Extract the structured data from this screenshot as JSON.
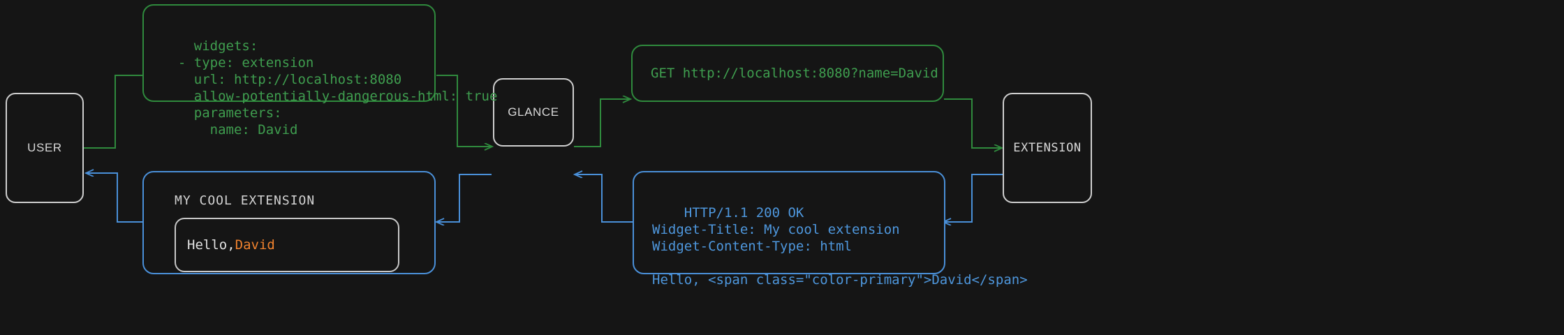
{
  "theme": {
    "background": "#151515",
    "node_border": "#cfcfcf",
    "node_text": "#d8d8d8",
    "request_color": "#3f9e4f",
    "request_border": "#2f8a3d",
    "response_color": "#4e97dd",
    "response_border": "#4a90d9",
    "accent": "#f0822e"
  },
  "nodes": {
    "user": {
      "label": "USER"
    },
    "glance": {
      "label": "GLANCE"
    },
    "extension": {
      "label": "EXTENSION"
    }
  },
  "boxes": {
    "config_yaml": {
      "name": "glance-config-yaml",
      "text": "widgets:\n  - type: extension\n    url: http://localhost:8080\n    allow-potentially-dangerous-html: true\n    parameters:\n      name: David"
    },
    "http_request": {
      "name": "http-get-request",
      "text": "GET http://localhost:8080?name=David"
    },
    "http_response": {
      "name": "http-response",
      "text": "HTTP/1.1 200 OK\nWidget-Title: My cool extension\nWidget-Content-Type: html\n\nHello, <span class=\"color-primary\">David</span>"
    },
    "rendered_widget": {
      "name": "rendered-widget",
      "title": "MY COOL EXTENSION",
      "greeting_prefix": "Hello, ",
      "greeting_name": "David"
    }
  },
  "edges": [
    {
      "name": "user-to-config",
      "kind": "request",
      "from": "user",
      "to": "config_yaml"
    },
    {
      "name": "config-to-glance",
      "kind": "request",
      "from": "config_yaml",
      "to": "glance"
    },
    {
      "name": "glance-to-request",
      "kind": "request",
      "from": "glance",
      "to": "http_request"
    },
    {
      "name": "request-to-extension",
      "kind": "request",
      "from": "http_request",
      "to": "extension"
    },
    {
      "name": "extension-to-response",
      "kind": "response",
      "from": "extension",
      "to": "http_response"
    },
    {
      "name": "response-to-glance",
      "kind": "response",
      "from": "http_response",
      "to": "glance"
    },
    {
      "name": "glance-to-widget",
      "kind": "response",
      "from": "glance",
      "to": "rendered_widget"
    },
    {
      "name": "widget-to-user",
      "kind": "response",
      "from": "rendered_widget",
      "to": "user"
    }
  ]
}
